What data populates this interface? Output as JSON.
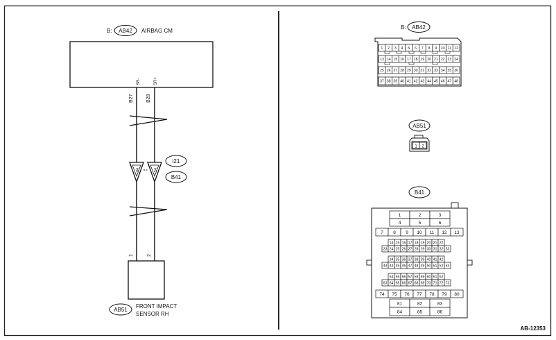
{
  "diagram_id": "AB-12353",
  "airbag_cm": {
    "prefix": "B:",
    "connector": "AB42",
    "name": "AIRBAG CM",
    "pin_left_num": "B27",
    "pin_right_num": "B28",
    "pin_left_label": "SR-",
    "pin_right_label": "SR+"
  },
  "intermediate": {
    "connector_i": "i21",
    "connector_b": "B41",
    "pin_left": "84",
    "pin_right": "54"
  },
  "sensor": {
    "connector": "AB51",
    "name_line1": "FRONT IMPACT",
    "name_line2": "SENSOR RH",
    "pin_left": "1",
    "pin_right": "2"
  },
  "views": {
    "ab42": {
      "label_prefix": "B:",
      "label_conn": "AB42",
      "rows": [
        [
          "1",
          "2",
          "3",
          "4",
          "5",
          "6",
          "7",
          "8",
          "9",
          "10",
          "11",
          "12"
        ],
        [
          "13",
          "14",
          "15",
          "16",
          "17",
          "18",
          "19",
          "20",
          "21",
          "22",
          "23",
          "24"
        ],
        [
          "25",
          "26",
          "27",
          "28",
          "29",
          "30",
          "31",
          "32",
          "33",
          "34",
          "35",
          "36"
        ],
        [
          "37",
          "38",
          "39",
          "40",
          "41",
          "42",
          "43",
          "44",
          "45",
          "46",
          "47",
          "48"
        ]
      ]
    },
    "ab51": {
      "label_conn": "AB51",
      "pins": [
        "1",
        "2"
      ]
    },
    "b41": {
      "label_conn": "B41",
      "rows": {
        "r1": [
          "1",
          "2",
          "3"
        ],
        "r2": [
          "4",
          "5",
          "6"
        ],
        "r3": [
          "7",
          "8",
          "9",
          "10",
          "11",
          "12",
          "13"
        ],
        "g1a": [
          "14",
          "15",
          "16",
          "17",
          "18",
          "19",
          "20",
          "21",
          "22"
        ],
        "g1b": [
          "23",
          "24",
          "25",
          "26",
          "27",
          "28",
          "29",
          "30",
          "31",
          "32",
          "33"
        ],
        "g2a": [
          "34",
          "35",
          "36",
          "37",
          "38",
          "39",
          "40",
          "41",
          "42"
        ],
        "g2b": [
          "43",
          "44",
          "45",
          "46",
          "47",
          "48",
          "49",
          "50",
          "51",
          "52",
          "53"
        ],
        "g3a": [
          "54",
          "55",
          "56",
          "57",
          "58",
          "59",
          "60",
          "61",
          "62"
        ],
        "g3b": [
          "63",
          "64",
          "65",
          "66",
          "67",
          "68",
          "69",
          "70",
          "71",
          "72",
          "73"
        ],
        "r4": [
          "74",
          "75",
          "76",
          "77",
          "78",
          "79",
          "80"
        ],
        "r5": [
          "81",
          "82",
          "83"
        ],
        "r6": [
          "84",
          "85",
          "86"
        ]
      }
    }
  }
}
